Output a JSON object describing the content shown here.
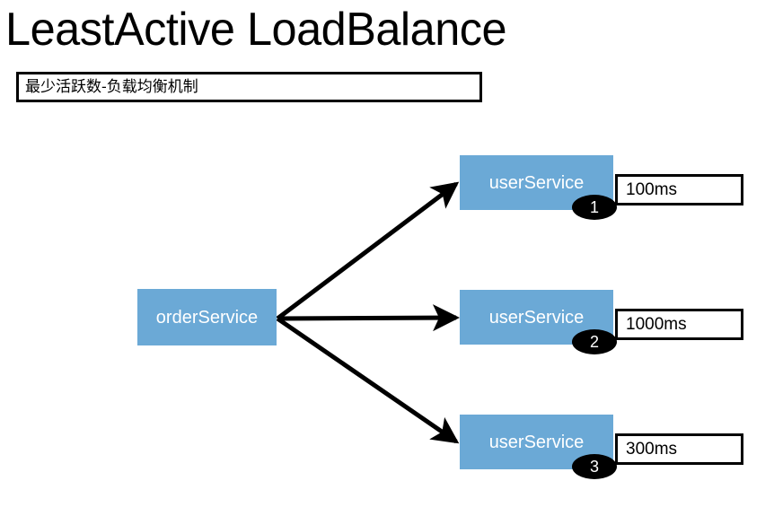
{
  "header": {
    "title": "LeastActive LoadBalance",
    "subtitle": "最少活跃数-负载均衡机制"
  },
  "diagram": {
    "type": "load-balance-flow",
    "source": {
      "label": "orderService"
    },
    "targets": [
      {
        "label": "userService",
        "badge": "1",
        "latency": "100ms"
      },
      {
        "label": "userService",
        "badge": "2",
        "latency": "1000ms"
      },
      {
        "label": "userService",
        "badge": "3",
        "latency": "300ms"
      }
    ],
    "colors": {
      "node_fill": "#6BA9D6",
      "node_text": "#ffffff",
      "badge_fill": "#000000",
      "badge_text": "#ffffff",
      "stroke": "#000000",
      "background": "#ffffff"
    }
  }
}
